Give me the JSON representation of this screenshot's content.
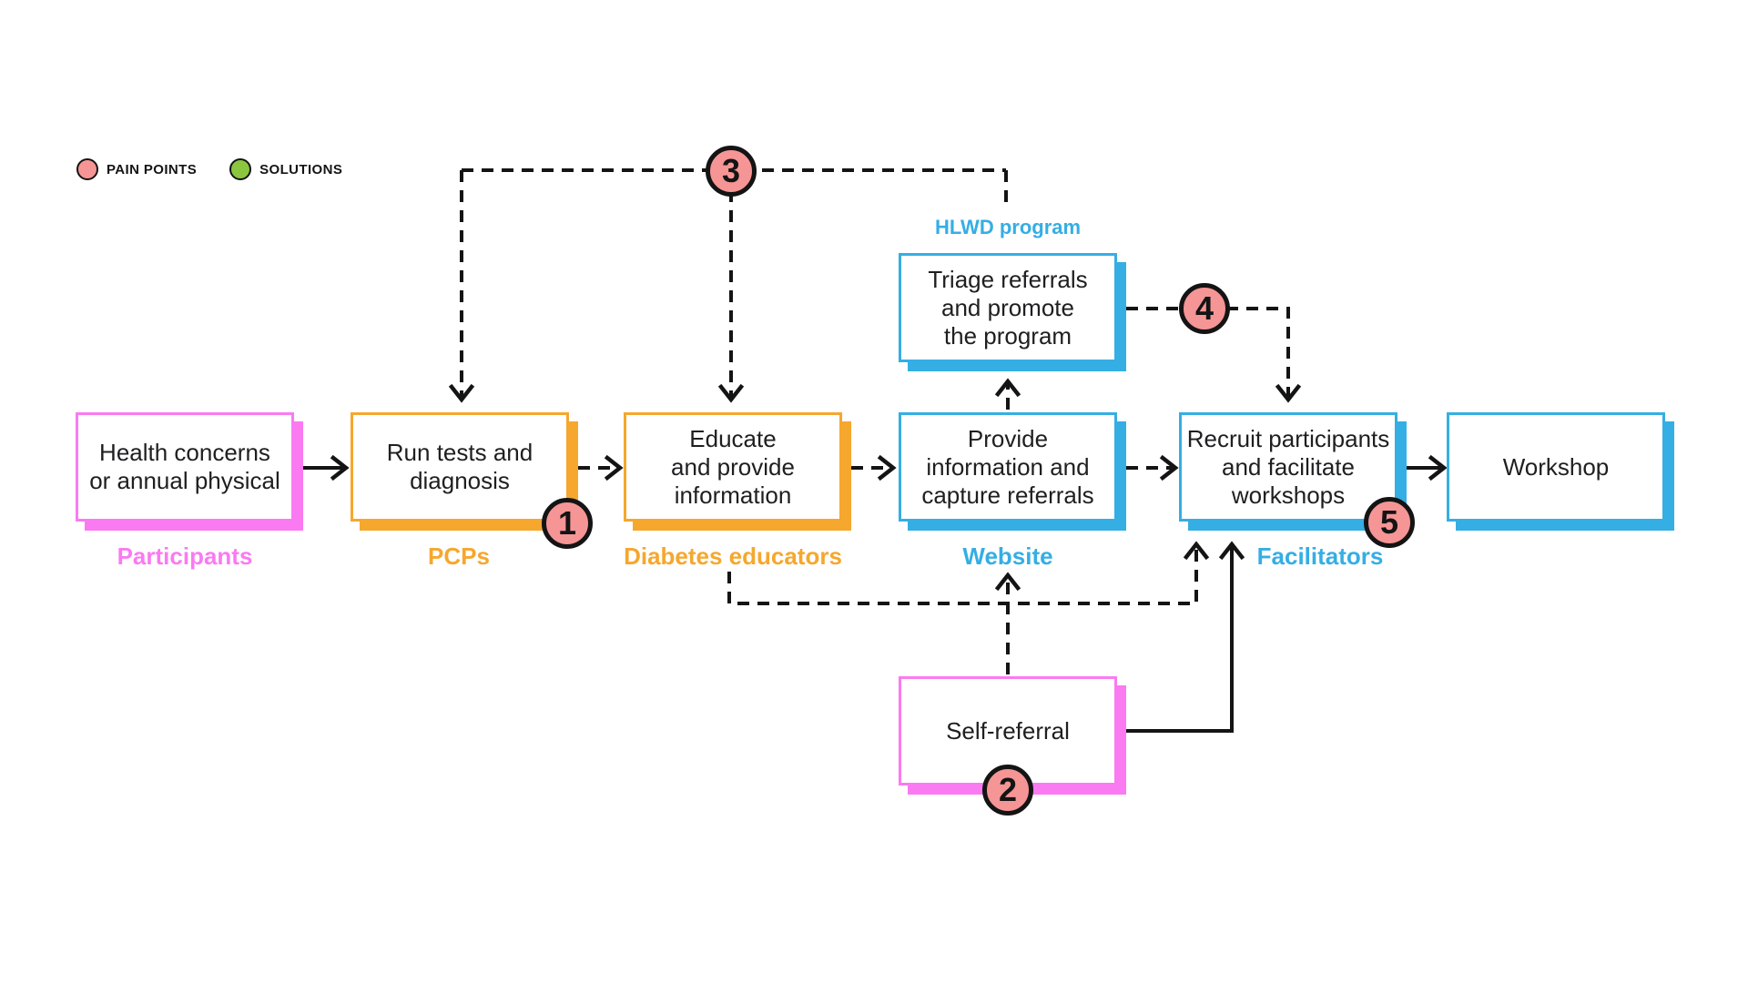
{
  "legend": {
    "pain_points_label": "PAIN POINTS",
    "solutions_label": "SOLUTIONS"
  },
  "nodes": {
    "health": {
      "lines": [
        "Health concerns",
        "or annual physical"
      ]
    },
    "run_tests": {
      "lines": [
        "Run tests and",
        "diagnosis"
      ]
    },
    "educate": {
      "lines": [
        "Educate",
        "and provide",
        "information"
      ]
    },
    "provide_info": {
      "lines": [
        "Provide",
        "information and",
        "capture referrals"
      ]
    },
    "triage": {
      "lines": [
        "Triage referrals",
        "and promote",
        "the program"
      ]
    },
    "recruit": {
      "lines": [
        "Recruit participants",
        "and facilitate",
        "workshops"
      ]
    },
    "workshop": {
      "lines": [
        "Workshop"
      ]
    },
    "self_referral": {
      "lines": [
        "Self-referral"
      ]
    }
  },
  "labels": {
    "participants": "Participants",
    "pcps": "PCPs",
    "diabetes_educators": "Diabetes educators",
    "website": "Website",
    "facilitators": "Facilitators",
    "hlwd_program": "HLWD program"
  },
  "pain_points": {
    "p1": "1",
    "p2": "2",
    "p3": "3",
    "p4": "4",
    "p5": "5"
  },
  "colors": {
    "pink": "#fa7af2",
    "orange": "#f6a72e",
    "blue": "#35aee4",
    "pain_point": "#f69595",
    "solution": "#8cc63f",
    "line": "#141414"
  }
}
